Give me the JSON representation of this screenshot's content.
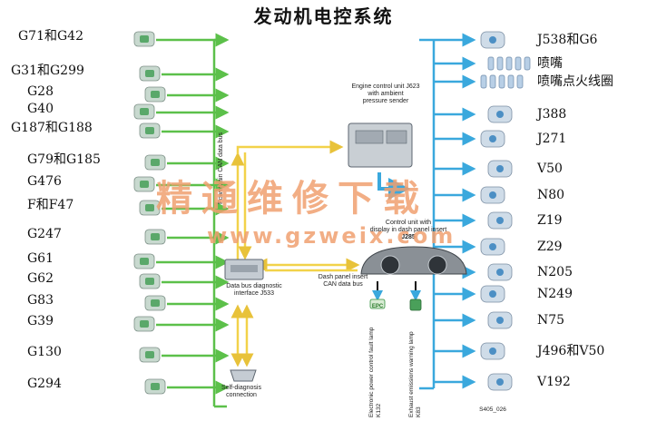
{
  "title": "发动机电控系统",
  "inputs": [
    "G71和G42",
    "G31和G299",
    "G28",
    "G40",
    "G187和G188",
    "G79和G185",
    "G476",
    "F和F47",
    "G247",
    "G61",
    "G62",
    "G83",
    "G39",
    "G130",
    "G294"
  ],
  "outputs": [
    "J538和G6",
    "喷嘴",
    "喷嘴点火线圈",
    "J388",
    "J271",
    "V50",
    "N80",
    "Z19",
    "Z29",
    "N205",
    "N249",
    "N75",
    "J496和V50",
    "V192"
  ],
  "ecu": {
    "line1": "Engine control unit J623",
    "line2": "with ambient",
    "line3": "pressure sender"
  },
  "dash": {
    "line1": "Control unit with",
    "line2": "display in dash panel insert",
    "line3": "J285"
  },
  "gateway": {
    "line1": "Data bus diagnostic",
    "line2": "interface J533"
  },
  "can_label": {
    "line1": "Dash panel insert",
    "line2": "CAN data bus"
  },
  "powertrain_label": "Powertrain CAN data bus",
  "self_diag": {
    "line1": "Self-diagnosis",
    "line2": "connection"
  },
  "epc_lamp": "Electronic power control fault lamp K132",
  "emission_lamp": "Exhaust emissions warning lamp K83",
  "epc_badge": "EPC",
  "figure_code": "S405_026",
  "watermark": {
    "cn": "精通维修下载",
    "url": "www.gzweix.com"
  },
  "colors": {
    "input_line": "#5cc04a",
    "output_line": "#3aa8dd",
    "can_line": "#f2d24a"
  }
}
